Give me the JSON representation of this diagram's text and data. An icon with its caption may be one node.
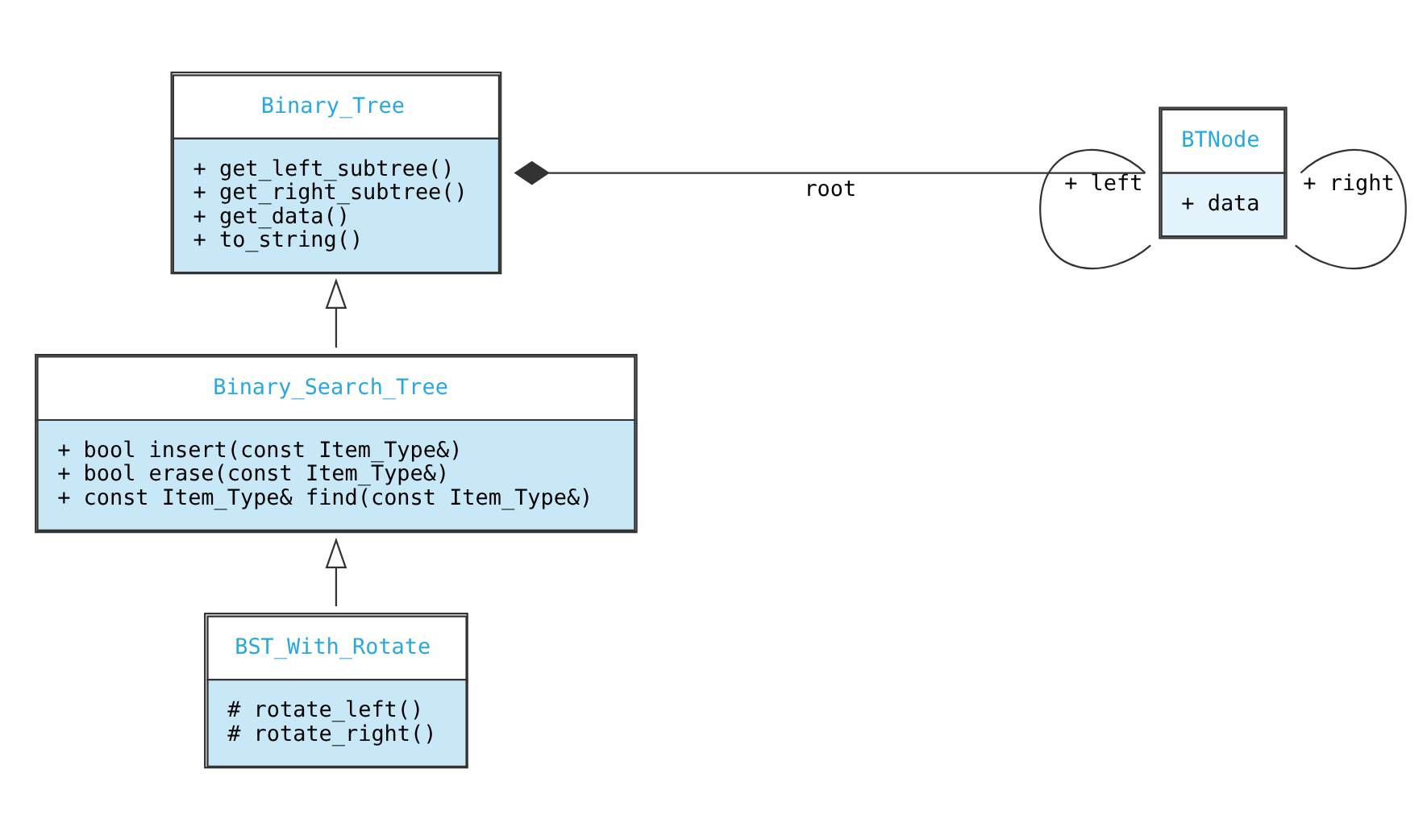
{
  "diagram": {
    "nodes": [
      {
        "text": [
          "Binary_Tree",
          "+ get_left_subtree()",
          "+ get_right_subtree()",
          "+ get_data()",
          "+ to_string()"
        ]
      },
      {
        "text": [
          "BTNode",
          "+ data"
        ]
      },
      {
        "text": [
          "Binary_Search_Tree",
          "+ bool insert(const Item_Type&)",
          "+ bool erase(const Item_Type&)",
          "+ const Item_Type& find(const Item_Type&)"
        ]
      },
      {
        "text": [
          "BST_With_Rotate",
          "# rotate_left()",
          "# rotate_right()"
        ]
      }
    ],
    "edges": [
      {
        "from": 0,
        "to": 1,
        "arrow": "other",
        "label": "root"
      },
      {
        "from": 1,
        "to": 1,
        "arrow": "none",
        "label": "+ left"
      },
      {
        "from": 1,
        "to": 1,
        "arrow": "none",
        "label": "+ right"
      },
      {
        "from": 2,
        "to": 0,
        "arrow": "to"
      },
      {
        "from": 3,
        "to": 2,
        "arrow": "to"
      }
    ]
  }
}
